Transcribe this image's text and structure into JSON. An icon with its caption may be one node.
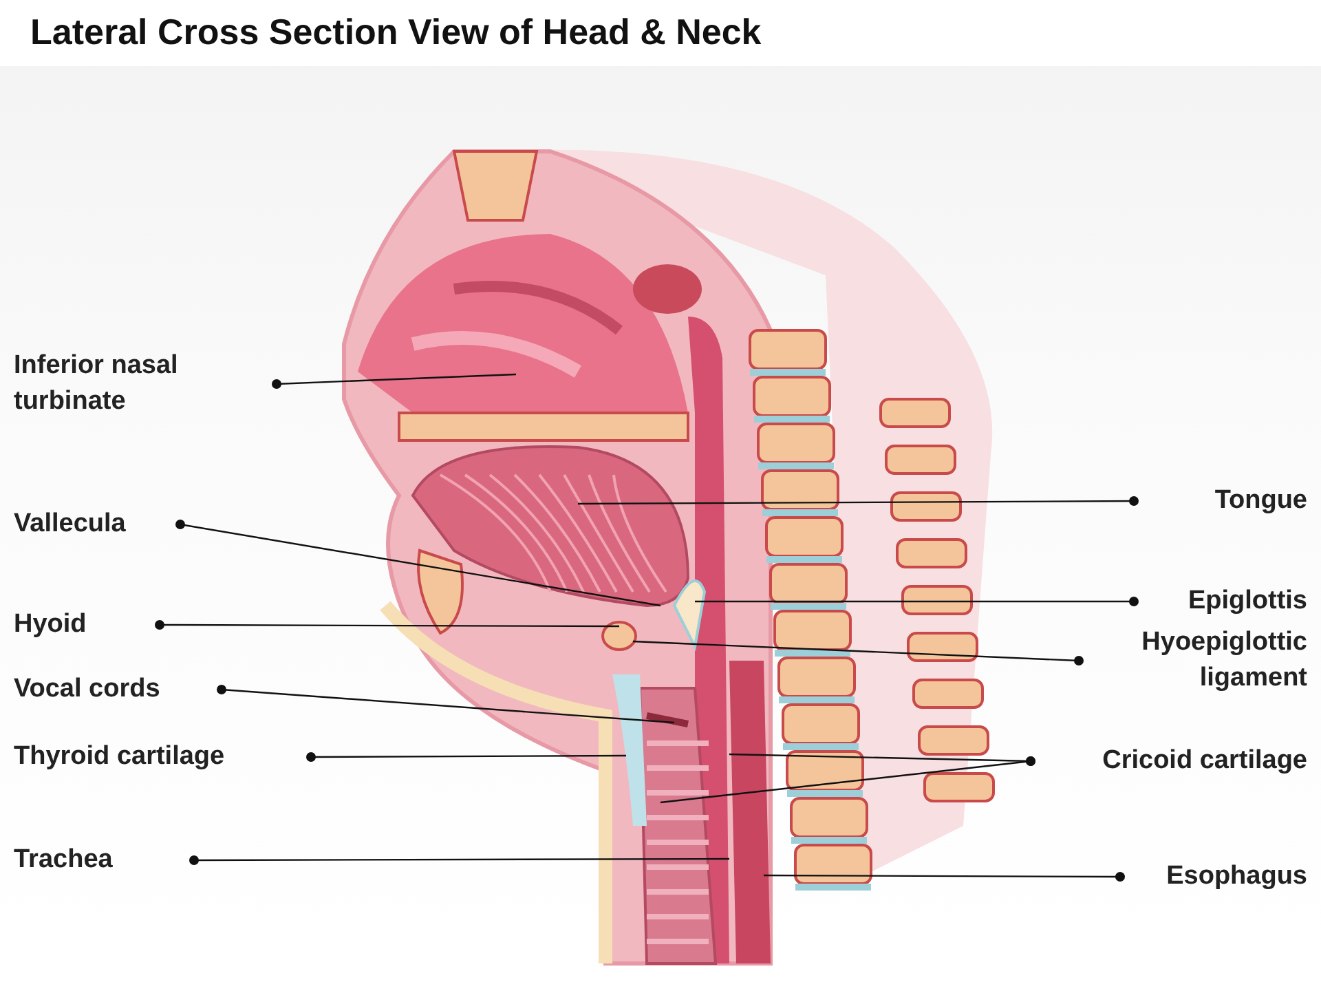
{
  "diagram": {
    "title": "Lateral Cross Section View of Head & Neck",
    "nodes": [
      {
        "text": [
          "Inferior nasal turbinate"
        ]
      },
      {
        "text": [
          "Vallecula"
        ]
      },
      {
        "text": [
          "Hyoid"
        ]
      },
      {
        "text": [
          "Vocal cords"
        ]
      },
      {
        "text": [
          "Thyroid cartilage"
        ]
      },
      {
        "text": [
          "Trachea"
        ]
      },
      {
        "text": [
          "Tongue"
        ]
      },
      {
        "text": [
          "Epiglottis"
        ]
      },
      {
        "text": [
          "Hyoepiglottic ligament"
        ]
      },
      {
        "text": [
          "Cricoid cartilage"
        ]
      },
      {
        "text": [
          "Esophagus"
        ]
      }
    ],
    "edges": [
      {
        "from": 0,
        "to": null,
        "arrow": "other"
      },
      {
        "from": 1,
        "to": null,
        "arrow": "other"
      },
      {
        "from": 2,
        "to": null,
        "arrow": "other"
      },
      {
        "from": 3,
        "to": null,
        "arrow": "other"
      },
      {
        "from": 4,
        "to": null,
        "arrow": "other"
      },
      {
        "from": 5,
        "to": null,
        "arrow": "other"
      },
      {
        "from": 6,
        "to": null,
        "arrow": "other"
      },
      {
        "from": 7,
        "to": null,
        "arrow": "other"
      },
      {
        "from": 8,
        "to": null,
        "arrow": "other"
      },
      {
        "from": 9,
        "to": null,
        "arrow": "other"
      },
      {
        "from": 9,
        "to": null,
        "arrow": "other"
      },
      {
        "from": 10,
        "to": null,
        "arrow": "other"
      }
    ]
  }
}
